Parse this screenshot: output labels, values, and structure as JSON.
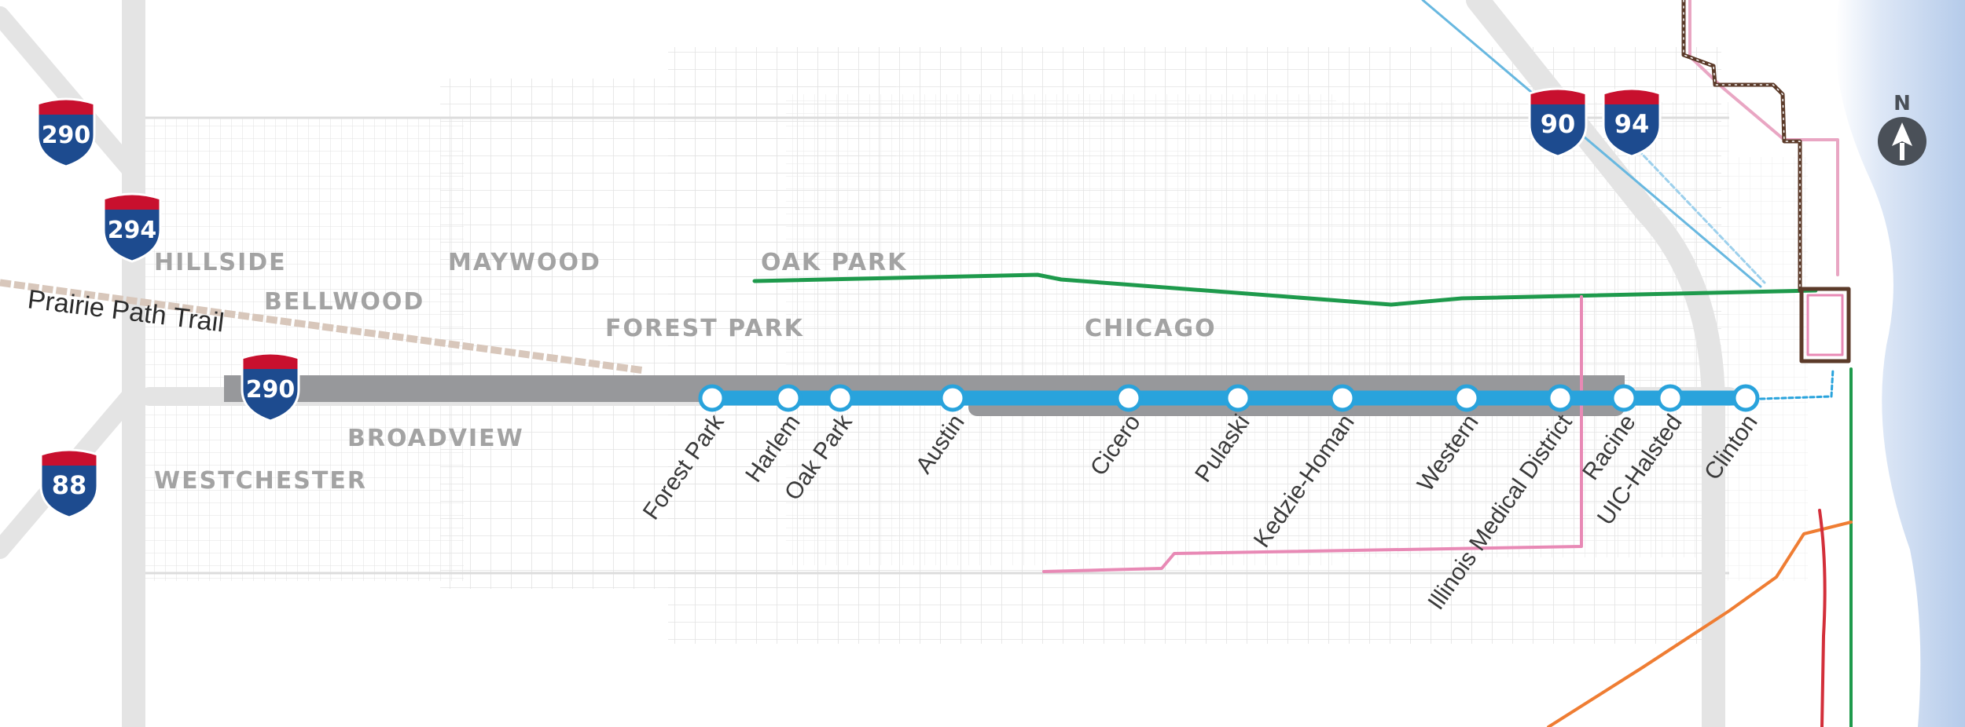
{
  "map": {
    "towns": [
      {
        "id": "hillside",
        "label": "HILLSIDE"
      },
      {
        "id": "bellwood",
        "label": "BELLWOOD"
      },
      {
        "id": "maywood",
        "label": "MAYWOOD"
      },
      {
        "id": "oak-park",
        "label": "OAK PARK"
      },
      {
        "id": "forest-park",
        "label": "FOREST PARK"
      },
      {
        "id": "chicago",
        "label": "CHICAGO"
      },
      {
        "id": "broadview",
        "label": "BROADVIEW"
      },
      {
        "id": "westchester",
        "label": "WESTCHESTER"
      }
    ],
    "trail": {
      "label": "Prairie Path Trail"
    },
    "north_arrow": {
      "label": "N",
      "icon": "north-arrow-icon"
    },
    "highway_shields": [
      {
        "id": "i290-west",
        "number": "290",
        "icon": "interstate-shield-icon"
      },
      {
        "id": "i294",
        "number": "294",
        "icon": "interstate-shield-icon"
      },
      {
        "id": "i88",
        "number": "88",
        "icon": "interstate-shield-icon"
      },
      {
        "id": "i290-mid",
        "number": "290",
        "icon": "interstate-shield-icon"
      },
      {
        "id": "i90",
        "number": "90",
        "icon": "interstate-shield-icon"
      },
      {
        "id": "i94",
        "number": "94",
        "icon": "interstate-shield-icon"
      }
    ],
    "stations": [
      {
        "name": "Forest Park"
      },
      {
        "name": "Harlem"
      },
      {
        "name": "Oak Park"
      },
      {
        "name": "Austin"
      },
      {
        "name": "Cicero"
      },
      {
        "name": "Pulaski"
      },
      {
        "name": "Kedzie-Homan"
      },
      {
        "name": "Western"
      },
      {
        "name": "Illinois Medical District"
      },
      {
        "name": "Racine"
      },
      {
        "name": "UIC-Halsted"
      },
      {
        "name": "Clinton"
      }
    ],
    "colors": {
      "blue_line": "#29a3dc",
      "green_line": "#1e9a4c",
      "pink_line": "#e889b5",
      "orange_line": "#ef7d33",
      "red_line": "#d32f3a",
      "brown_line": "#5b3a29",
      "expressway": "#97989b",
      "lake": "#c4d6ef",
      "shield_blue": "#1d4b8f",
      "shield_red": "#c8102e"
    }
  }
}
